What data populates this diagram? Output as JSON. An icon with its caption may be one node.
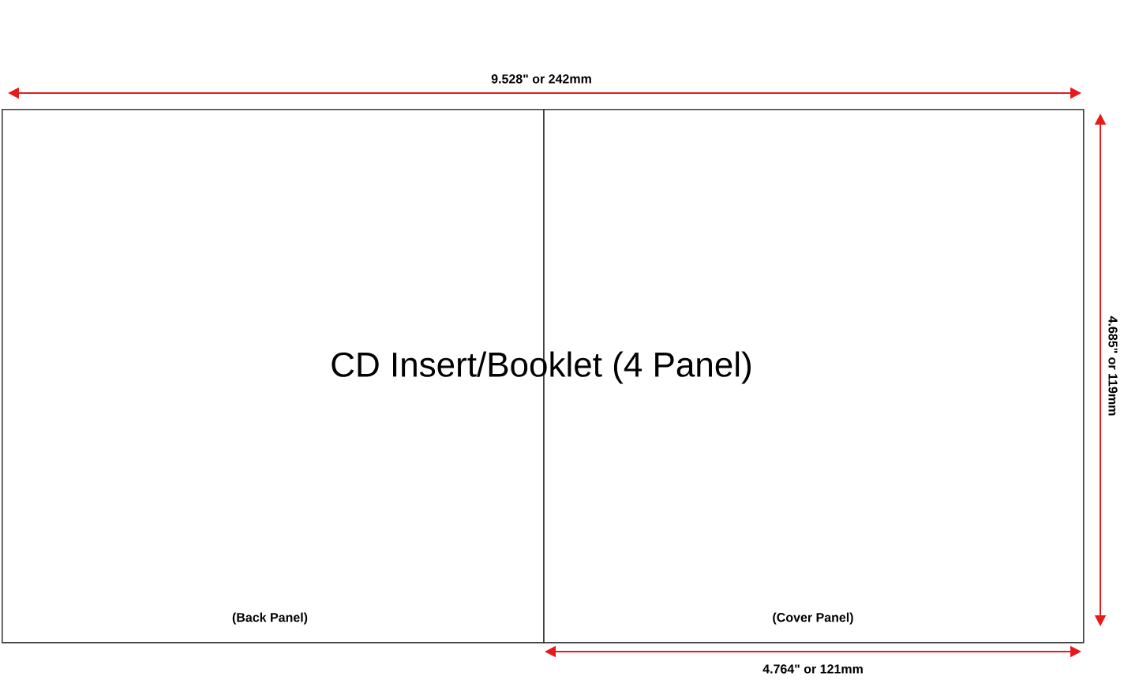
{
  "diagram": {
    "title": "CD Insert/Booklet (4 Panel)",
    "nodes": [
      {
        "text": [
          "(Back Panel)"
        ]
      },
      {
        "text": [
          "(Cover Panel)"
        ]
      }
    ],
    "edges": [],
    "labels": [
      "9.528\" or 242mm",
      "4.685\" or 119mm",
      "4.764\" or 121mm"
    ]
  }
}
